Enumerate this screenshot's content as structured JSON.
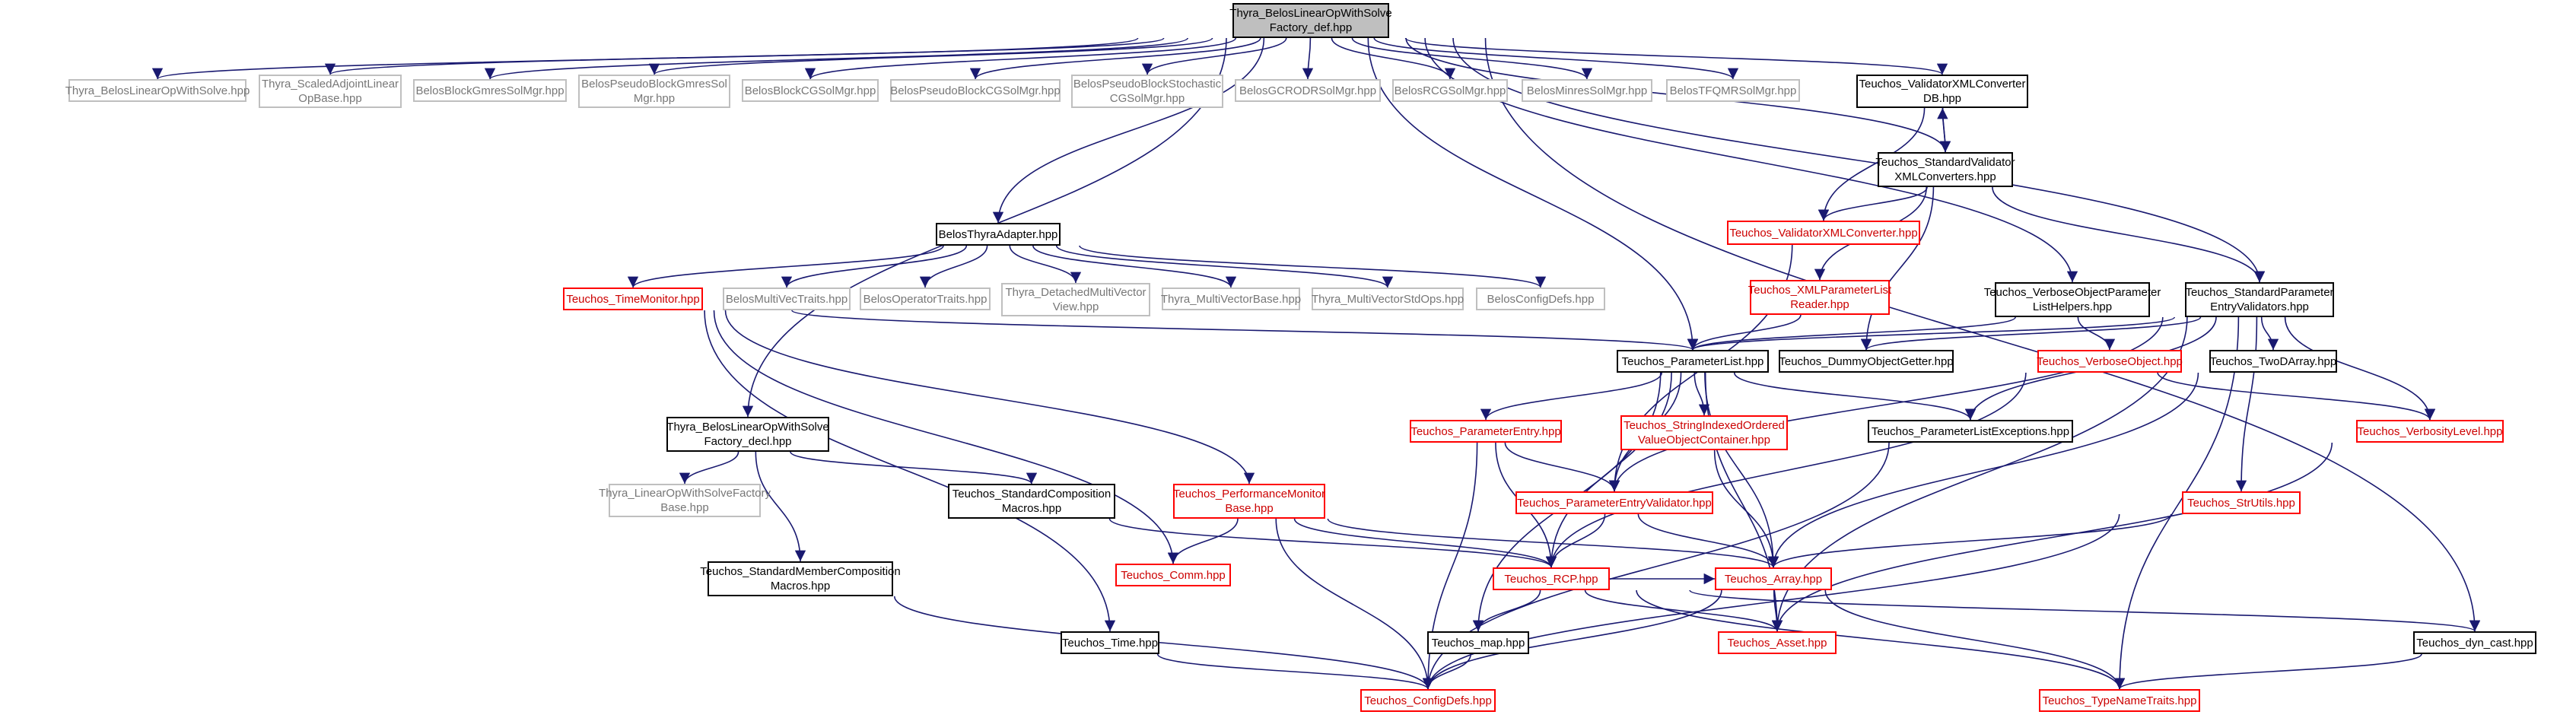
{
  "nodes": [
    {
      "id": "root",
      "label": "Thyra_BelosLinearOpWithSolve\nFactory_def.hpp",
      "style": "root"
    },
    {
      "id": "n1",
      "label": "Thyra_BelosLinearOpWithSolve.hpp",
      "style": "gray"
    },
    {
      "id": "n2",
      "label": "Thyra_ScaledAdjointLinear\nOpBase.hpp",
      "style": "gray"
    },
    {
      "id": "n3",
      "label": "BelosBlockGmresSolMgr.hpp",
      "style": "gray"
    },
    {
      "id": "n4",
      "label": "BelosPseudoBlockGmresSol\nMgr.hpp",
      "style": "gray"
    },
    {
      "id": "n5",
      "label": "BelosBlockCGSolMgr.hpp",
      "style": "gray"
    },
    {
      "id": "n6",
      "label": "BelosPseudoBlockCGSolMgr.hpp",
      "style": "gray"
    },
    {
      "id": "n7",
      "label": "BelosPseudoBlockStochastic\nCGSolMgr.hpp",
      "style": "gray"
    },
    {
      "id": "n8",
      "label": "BelosGCRODRSolMgr.hpp",
      "style": "gray"
    },
    {
      "id": "n9",
      "label": "BelosRCGSolMgr.hpp",
      "style": "gray"
    },
    {
      "id": "n10",
      "label": "BelosMinresSolMgr.hpp",
      "style": "gray"
    },
    {
      "id": "n11",
      "label": "BelosTFQMRSolMgr.hpp",
      "style": "gray"
    },
    {
      "id": "n12",
      "label": "Teuchos_ValidatorXMLConverter\nDB.hpp",
      "style": "black"
    },
    {
      "id": "n13",
      "label": "Teuchos_StandardValidator\nXMLConverters.hpp",
      "style": "black"
    },
    {
      "id": "n14",
      "label": "BelosThyraAdapter.hpp",
      "style": "black"
    },
    {
      "id": "n15",
      "label": "Teuchos_ValidatorXMLConverter.hpp",
      "style": "red"
    },
    {
      "id": "n16",
      "label": "Teuchos_TimeMonitor.hpp",
      "style": "red"
    },
    {
      "id": "n17",
      "label": "BelosMultiVecTraits.hpp",
      "style": "gray"
    },
    {
      "id": "n18",
      "label": "BelosOperatorTraits.hpp",
      "style": "gray"
    },
    {
      "id": "n19",
      "label": "Thyra_DetachedMultiVector\nView.hpp",
      "style": "gray"
    },
    {
      "id": "n20",
      "label": "Thyra_MultiVectorBase.hpp",
      "style": "gray"
    },
    {
      "id": "n21",
      "label": "Thyra_MultiVectorStdOps.hpp",
      "style": "gray"
    },
    {
      "id": "n22",
      "label": "BelosConfigDefs.hpp",
      "style": "gray"
    },
    {
      "id": "n23",
      "label": "Teuchos_XMLParameterList\nReader.hpp",
      "style": "red"
    },
    {
      "id": "n24",
      "label": "Teuchos_VerboseObjectParameter\nListHelpers.hpp",
      "style": "black"
    },
    {
      "id": "n25",
      "label": "Teuchos_StandardParameter\nEntryValidators.hpp",
      "style": "black"
    },
    {
      "id": "n26",
      "label": "Teuchos_ParameterList.hpp",
      "style": "black"
    },
    {
      "id": "n27",
      "label": "Teuchos_DummyObjectGetter.hpp",
      "style": "black"
    },
    {
      "id": "n28",
      "label": "Teuchos_VerboseObject.hpp",
      "style": "red"
    },
    {
      "id": "n29",
      "label": "Teuchos_TwoDArray.hpp",
      "style": "black"
    },
    {
      "id": "n30",
      "label": "Thyra_BelosLinearOpWithSolve\nFactory_decl.hpp",
      "style": "black"
    },
    {
      "id": "n31",
      "label": "Teuchos_ParameterEntry.hpp",
      "style": "red"
    },
    {
      "id": "n32",
      "label": "Teuchos_StringIndexedOrdered\nValueObjectContainer.hpp",
      "style": "red"
    },
    {
      "id": "n33",
      "label": "Teuchos_ParameterListExceptions.hpp",
      "style": "black"
    },
    {
      "id": "n34",
      "label": "Teuchos_VerbosityLevel.hpp",
      "style": "red"
    },
    {
      "id": "n35",
      "label": "Thyra_LinearOpWithSolveFactory\nBase.hpp",
      "style": "gray"
    },
    {
      "id": "n36",
      "label": "Teuchos_StandardComposition\nMacros.hpp",
      "style": "black"
    },
    {
      "id": "n37",
      "label": "Teuchos_PerformanceMonitor\nBase.hpp",
      "style": "red"
    },
    {
      "id": "n38",
      "label": "Teuchos_ParameterEntryValidator.hpp",
      "style": "red"
    },
    {
      "id": "n39",
      "label": "Teuchos_StrUtils.hpp",
      "style": "red"
    },
    {
      "id": "n40",
      "label": "Teuchos_StandardMemberComposition\nMacros.hpp",
      "style": "black"
    },
    {
      "id": "n41",
      "label": "Teuchos_Comm.hpp",
      "style": "red"
    },
    {
      "id": "n42",
      "label": "Teuchos_RCP.hpp",
      "style": "red"
    },
    {
      "id": "n43",
      "label": "Teuchos_Array.hpp",
      "style": "red"
    },
    {
      "id": "n44",
      "label": "Teuchos_Time.hpp",
      "style": "black"
    },
    {
      "id": "n45",
      "label": "Teuchos_map.hpp",
      "style": "black"
    },
    {
      "id": "n46",
      "label": "Teuchos_Asset.hpp",
      "style": "red"
    },
    {
      "id": "n47",
      "label": "Teuchos_dyn_cast.hpp",
      "style": "black"
    },
    {
      "id": "n48",
      "label": "Teuchos_ConfigDefs.hpp",
      "style": "red"
    },
    {
      "id": "n49",
      "label": "Teuchos_TypeNameTraits.hpp",
      "style": "red"
    }
  ],
  "edges": [
    [
      "root",
      "n1"
    ],
    [
      "root",
      "n2"
    ],
    [
      "root",
      "n3"
    ],
    [
      "root",
      "n4"
    ],
    [
      "root",
      "n5"
    ],
    [
      "root",
      "n6"
    ],
    [
      "root",
      "n7"
    ],
    [
      "root",
      "n8"
    ],
    [
      "root",
      "n9"
    ],
    [
      "root",
      "n10"
    ],
    [
      "root",
      "n11"
    ],
    [
      "root",
      "n12"
    ],
    [
      "root",
      "n13"
    ],
    [
      "root",
      "n14"
    ],
    [
      "root",
      "n24"
    ],
    [
      "root",
      "n25"
    ],
    [
      "root",
      "n26"
    ],
    [
      "root",
      "n30"
    ],
    [
      "root",
      "n47"
    ],
    [
      "n12",
      "n13"
    ],
    [
      "n13",
      "n12"
    ],
    [
      "n12",
      "n15"
    ],
    [
      "n13",
      "n15"
    ],
    [
      "n13",
      "n23"
    ],
    [
      "n13",
      "n25"
    ],
    [
      "n13",
      "n27"
    ],
    [
      "n14",
      "n16"
    ],
    [
      "n14",
      "n17"
    ],
    [
      "n14",
      "n18"
    ],
    [
      "n14",
      "n19"
    ],
    [
      "n14",
      "n20"
    ],
    [
      "n14",
      "n21"
    ],
    [
      "n14",
      "n22"
    ],
    [
      "n15",
      "n38"
    ],
    [
      "n23",
      "n26"
    ],
    [
      "n24",
      "n26"
    ],
    [
      "n24",
      "n28"
    ],
    [
      "n25",
      "n26"
    ],
    [
      "n25",
      "n27"
    ],
    [
      "n25",
      "n29"
    ],
    [
      "n25",
      "n33"
    ],
    [
      "n25",
      "n34"
    ],
    [
      "n25",
      "n39"
    ],
    [
      "n25",
      "n46"
    ],
    [
      "n25",
      "n49"
    ],
    [
      "n25",
      "n38"
    ],
    [
      "n16",
      "n26"
    ],
    [
      "n16",
      "n37"
    ],
    [
      "n16",
      "n41"
    ],
    [
      "n16",
      "n44"
    ],
    [
      "n26",
      "n31"
    ],
    [
      "n26",
      "n32"
    ],
    [
      "n26",
      "n33"
    ],
    [
      "n26",
      "n42"
    ],
    [
      "n26",
      "n43"
    ],
    [
      "n26",
      "n45"
    ],
    [
      "n26",
      "n38"
    ],
    [
      "n26",
      "n46"
    ],
    [
      "n28",
      "n42"
    ],
    [
      "n28",
      "n34"
    ],
    [
      "n29",
      "n43"
    ],
    [
      "n30",
      "n35"
    ],
    [
      "n30",
      "n36"
    ],
    [
      "n30",
      "n40"
    ],
    [
      "n31",
      "n38"
    ],
    [
      "n31",
      "n42"
    ],
    [
      "n31",
      "n48"
    ],
    [
      "n32",
      "n43"
    ],
    [
      "n33",
      "n48"
    ],
    [
      "n34",
      "n46"
    ],
    [
      "n36",
      "n42"
    ],
    [
      "n37",
      "n41"
    ],
    [
      "n37",
      "n42"
    ],
    [
      "n37",
      "n43"
    ],
    [
      "n37",
      "n48"
    ],
    [
      "n38",
      "n42"
    ],
    [
      "n38",
      "n43"
    ],
    [
      "n39",
      "n43"
    ],
    [
      "n39",
      "n48"
    ],
    [
      "n40",
      "n48"
    ],
    [
      "n42",
      "n45"
    ],
    [
      "n42",
      "n46"
    ],
    [
      "n42",
      "n47"
    ],
    [
      "n42",
      "n49"
    ],
    [
      "n42",
      "n43"
    ],
    [
      "n43",
      "n46"
    ],
    [
      "n43",
      "n48"
    ],
    [
      "n43",
      "n49"
    ],
    [
      "n44",
      "n48"
    ],
    [
      "n45",
      "n48"
    ],
    [
      "n47",
      "n49"
    ]
  ]
}
